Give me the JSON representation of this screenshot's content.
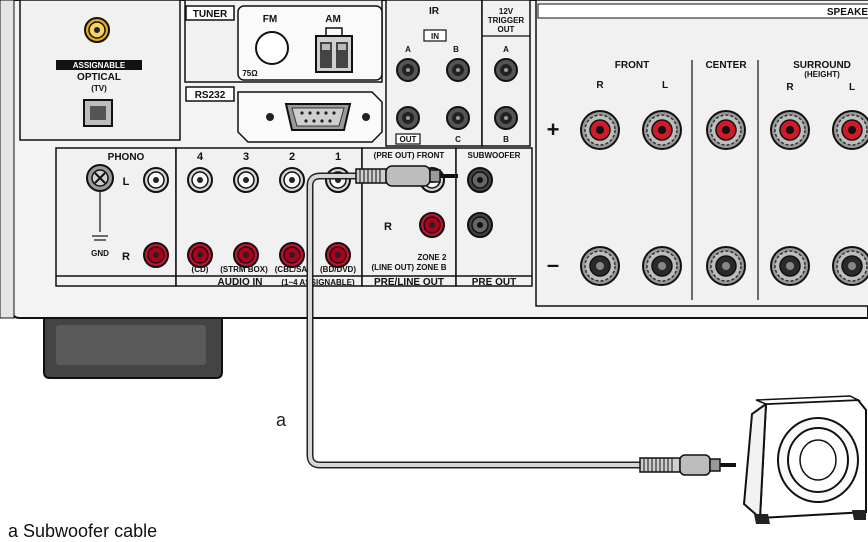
{
  "panel": {
    "tuner": {
      "title": "TUNER",
      "fm": "FM",
      "am": "AM",
      "ohm": "75Ω"
    },
    "optical": {
      "tag": "ASSIGNABLE",
      "label": "OPTICAL",
      "sub": "(TV)"
    },
    "rs232": "RS232",
    "ir": {
      "title": "IR",
      "in": "IN",
      "a": "A",
      "b": "B",
      "out": "OUT",
      "c": "C"
    },
    "trigger": {
      "line1": "12V",
      "line2": "TRIGGER",
      "line3": "OUT",
      "a": "A",
      "b": "B"
    },
    "speakers": {
      "title": "SPEAKE",
      "front": "FRONT",
      "center": "CENTER",
      "surround": "SURROUND",
      "height": "(HEIGHT)",
      "r": "R",
      "l": "L",
      "plus": "+",
      "minus": "–"
    },
    "phono": {
      "title": "PHONO",
      "l": "L",
      "r": "R",
      "gnd": "GND"
    },
    "audio_in": {
      "numbers": [
        "4",
        "3",
        "2",
        "1"
      ],
      "names": [
        "(CD)",
        "(STRM BOX)",
        "(CBL/SA",
        "(BD/DVD)"
      ],
      "footer": "AUDIO IN",
      "footer_sub": "(1~4 ASSIGNABLE)"
    },
    "pre_line": {
      "front": "(PRE OUT) FRONT",
      "r": "R",
      "zone2": "ZONE 2",
      "zoneb": "(LINE OUT) ZONE B",
      "footer": "PRE/LINE OUT"
    },
    "subwoofer": {
      "title": "SUBWOOFER",
      "footer": "PRE OUT"
    }
  },
  "callout": "a",
  "caption": "a Subwoofer cable",
  "colors": {
    "red_jack": "#c8102e",
    "rca_gold": "#e8b000",
    "panel": "#f1f1f1",
    "cable": "#cccccc"
  }
}
